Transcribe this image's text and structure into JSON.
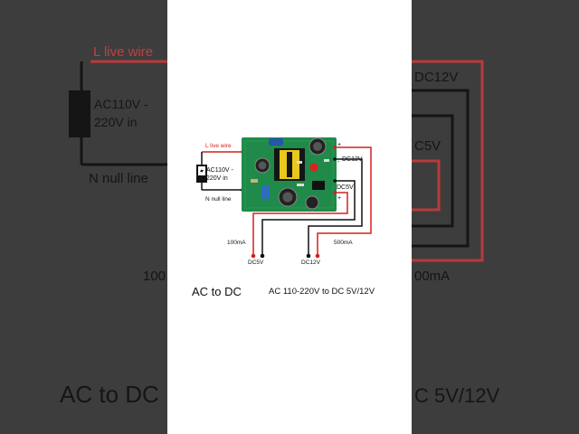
{
  "labels": {
    "l_live_wire": "L live wire",
    "ac_input_line1": "AC110V -",
    "ac_input_line2": "220V in",
    "n_null_line": "N null line",
    "dc12v_top": "DC12V",
    "dc5v_side": "DC5V",
    "plus_top": "+",
    "minus_top": "-",
    "plus_lower": "+",
    "current_5v": "100mA",
    "current_12v": "500mA",
    "dc5v_bottom": "DC5V",
    "dc12v_bottom": "DC12V"
  },
  "title": "AC to DC",
  "subtitle": "AC 110-220V to DC 5V/12V",
  "background": {
    "l_live_wire": "L live wire",
    "ac_input_line1": "AC110V -",
    "ac_input_line2": "220V in",
    "n_null_line": "N null line",
    "dc12v": "DC12V",
    "dc5v_partial": "C5V",
    "current_left_partial": "100",
    "current_right_partial": "00mA",
    "title_partial": "AC to DC",
    "subtitle_partial": "C 5V/12V"
  },
  "colors": {
    "red_wire": "#d42020",
    "black_wire": "#111111",
    "pcb_green": "#1f8a4a",
    "transformer_yellow": "#e8c81a",
    "backdrop": "#3a3a3a"
  }
}
